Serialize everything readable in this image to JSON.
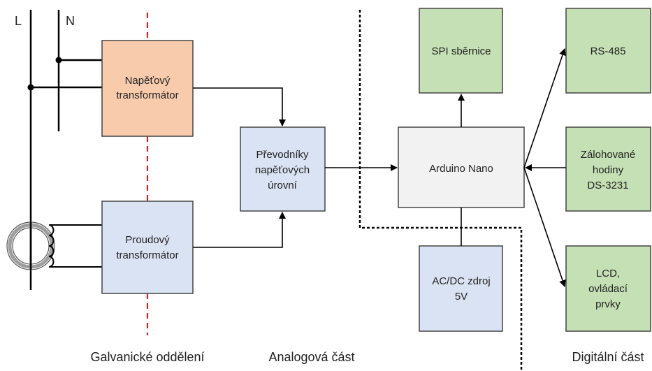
{
  "line_labels": {
    "l": "L",
    "n": "N"
  },
  "blocks": {
    "voltage_transformer": {
      "lines": [
        "Napěťový",
        "transformátor"
      ],
      "fill": "#f8cbad"
    },
    "current_transformer": {
      "lines": [
        "Proudový",
        "transformátor"
      ],
      "fill": "#dae3f3"
    },
    "level_converters": {
      "lines": [
        "Převodníky",
        "napěťových",
        "úrovní"
      ],
      "fill": "#dae3f3"
    },
    "arduino": {
      "lines": [
        "Arduino Nano"
      ],
      "fill": "#f2f2f2"
    },
    "spi_bus": {
      "lines": [
        "SPI sběrnice"
      ],
      "fill": "#c5e0b4"
    },
    "rs485": {
      "lines": [
        "RS-485"
      ],
      "fill": "#c5e0b4"
    },
    "backup_clock": {
      "lines": [
        "Zálohované",
        "hodiny",
        "DS-3231"
      ],
      "fill": "#c5e0b4"
    },
    "lcd_controls": {
      "lines": [
        "LCD,",
        "ovládací",
        "prvky"
      ],
      "fill": "#c5e0b4"
    },
    "power_supply": {
      "lines": [
        "AC/DC zdroj",
        "5V"
      ],
      "fill": "#dae3f3"
    }
  },
  "section_labels": {
    "galvanic": "Galvanické oddělení",
    "analog": "Analogová část",
    "digital": "Digitální část"
  },
  "colors": {
    "stroke": "#444444",
    "isolation_line": "#e0201b",
    "boundary_line": "#000000",
    "ct_ring": "#9e9e9e"
  }
}
